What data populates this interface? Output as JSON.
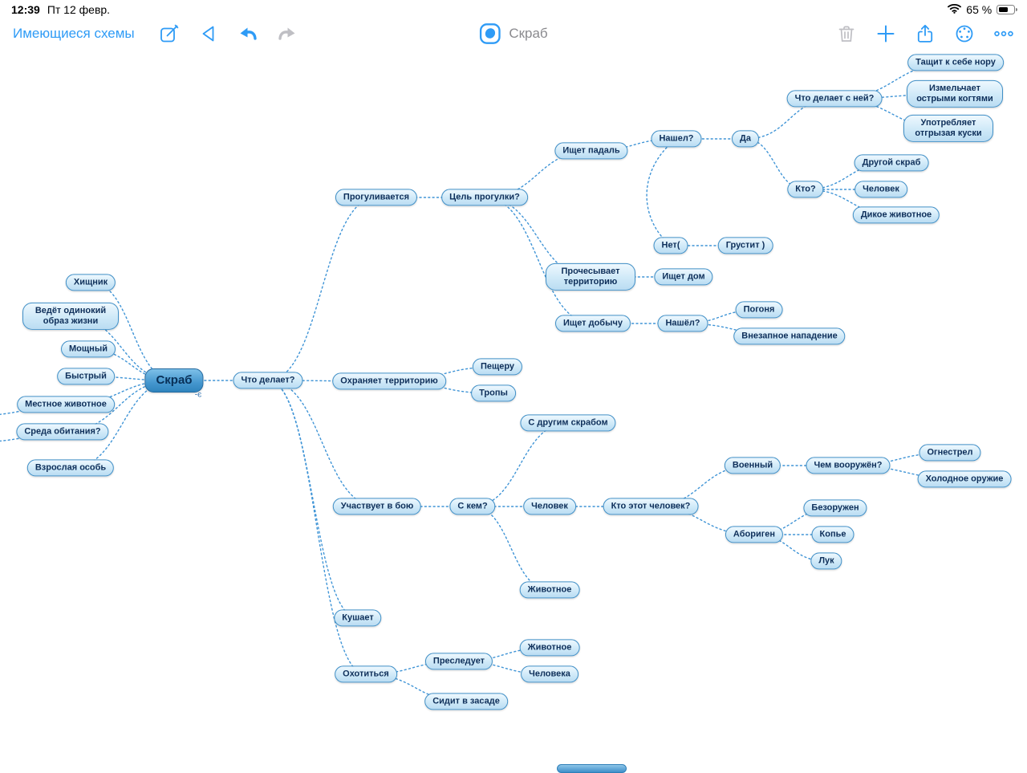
{
  "status_bar": {
    "time": "12:39",
    "date": "Пт 12 февр.",
    "battery": "65 %"
  },
  "toolbar": {
    "schemes_link": "Имеющиеся схемы",
    "title": "Скраб",
    "icon_names": [
      "compose-icon",
      "back-icon",
      "undo-icon",
      "redo-icon",
      "app-logo-icon",
      "trash-icon",
      "add-icon",
      "share-icon",
      "palette-icon",
      "more-icon"
    ]
  },
  "colors": {
    "accent": "#2e9bf6",
    "edge": "#3f94d6",
    "node_border": "#4090c8",
    "title_gray": "#8a8a8e"
  },
  "map": {
    "root": "Скраб",
    "root_tag": "-є",
    "nodes": {
      "predator": "Хищник",
      "lifestyle": "Ведёт одинокий\nобраз жизни",
      "powerful": "Мощный",
      "fast": "Быстрый",
      "local_animal": "Местное животное",
      "habitat": "Среда обитания?",
      "adult": "Взрослая особь",
      "what_does": "Что делает?",
      "walks": "Прогуливается",
      "walk_goal": "Цель прогулки?",
      "seeks_carrion": "Ищет падаль",
      "found_q": "Нашел?",
      "yes": "Да",
      "no": "Нет(",
      "sad": "Грустит )",
      "what_does_with_it": "Что делает с ней?",
      "drags_to_burrow": "Тащит к себе нору",
      "shreds": "Измельчает\nострыми когтями",
      "consumes": "Употребляет\nотгрызая куски",
      "who": "Кто?",
      "another_skrab": "Другой скраб",
      "human_victim": "Человек",
      "wild_animal": "Дикое животное",
      "combs_territory": "Прочесывает\nтерриторию",
      "seeks_home": "Ищет дом",
      "seeks_prey": "Ищет добычу",
      "found2_q": "Нашёл?",
      "chase": "Погоня",
      "sudden_attack": "Внезапное нападение",
      "guards_territory": "Охраняет территорию",
      "cave": "Пещеру",
      "trails": "Тропы",
      "fights": "Участвует в бою",
      "with_whom": "С кем?",
      "with_another_skrab": "С другим скрабом",
      "human_opponent": "Человек",
      "who_is_this_human": "Кто этот человек?",
      "military": "Военный",
      "armed_with": "Чем вооружён?",
      "firearm": "Огнестрел",
      "cold_weapon": "Холодное оружие",
      "aborigine": "Абориген",
      "unarmed": "Безоружен",
      "spear": "Копье",
      "bow": "Лук",
      "animal_opponent": "Животное",
      "eats": "Кушает",
      "hunts": "Охотиться",
      "pursues": "Преследует",
      "animal_prey": "Животное",
      "human_prey": "Человека",
      "ambush": "Сидит в засаде"
    }
  }
}
